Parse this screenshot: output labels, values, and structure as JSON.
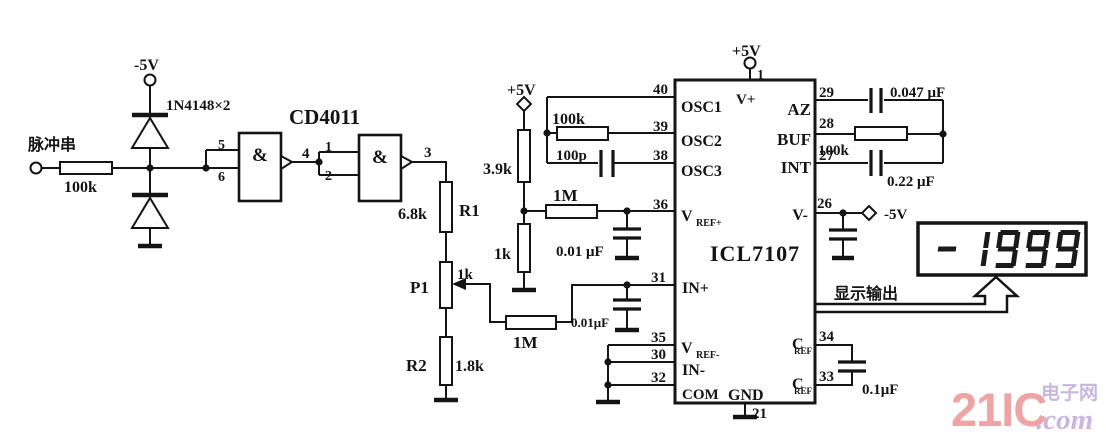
{
  "schematic": {
    "input": {
      "label": "脉冲串",
      "resistor": "100k"
    },
    "clamp": {
      "supply": "-5V",
      "diodes": "1N4148×2"
    },
    "gates": {
      "ic": "CD4011",
      "symbol": "&",
      "g1": {
        "in_top": "5",
        "in_bottom": "6",
        "out": "4"
      },
      "g2": {
        "in_top": "1",
        "in_bottom": "2",
        "out": "3"
      }
    },
    "divider": {
      "r1": {
        "ref": "R1",
        "value": "6.8k"
      },
      "p1": {
        "ref": "P1",
        "value": "1k"
      },
      "r2": {
        "ref": "R2",
        "value": "1.8k"
      }
    },
    "reference": {
      "supply": "+5V",
      "r_top": "3.9k",
      "r_bottom": "1k",
      "r_series": "1M",
      "c_filter": "0.01 μF"
    },
    "input_filter": {
      "r_series": "1M",
      "c_filter": "0.01μF"
    },
    "oscillator": {
      "r": "100k",
      "c": "100p"
    },
    "integrator": {
      "az_cap": "0.047 μF",
      "buf_r": "100k",
      "int_cap": "0.22 μF"
    },
    "vminus": {
      "supply": "-5V"
    },
    "cref_cap": "0.1μF",
    "chip": {
      "name": "ICL7107",
      "top": {
        "supply": "+5V",
        "number": "1",
        "label": "V+"
      },
      "bottom": {
        "label": "GND",
        "number": "21"
      },
      "left_pins": [
        {
          "number": "40",
          "label": "OSC1"
        },
        {
          "number": "39",
          "label": "OSC2"
        },
        {
          "number": "38",
          "label": "OSC3"
        },
        {
          "number": "36",
          "label": "V",
          "sub": "REF+"
        },
        {
          "number": "31",
          "label": "IN+"
        },
        {
          "number": "35",
          "label": "V",
          "sub": "REF-"
        },
        {
          "number": "30",
          "label": "IN-"
        },
        {
          "number": "32",
          "label": "COM"
        }
      ],
      "right_pins": [
        {
          "number": "29",
          "label": "AZ"
        },
        {
          "number": "28",
          "label": "BUF"
        },
        {
          "number": "27",
          "label": "INT"
        },
        {
          "number": "26",
          "label": "V-"
        },
        {
          "number": "34",
          "label": "C",
          "sub": "REF"
        },
        {
          "number": "33",
          "label": "C",
          "sub": "REF"
        }
      ]
    },
    "display": {
      "value": "-1999",
      "label": "显示输出"
    }
  },
  "colors": {
    "line": "#141414",
    "watermark_brand": "#efa3a3",
    "watermark_site": "#c7b7e0"
  },
  "watermark": {
    "brand": "21IC",
    "site": "电子网",
    "tld": ".com"
  }
}
